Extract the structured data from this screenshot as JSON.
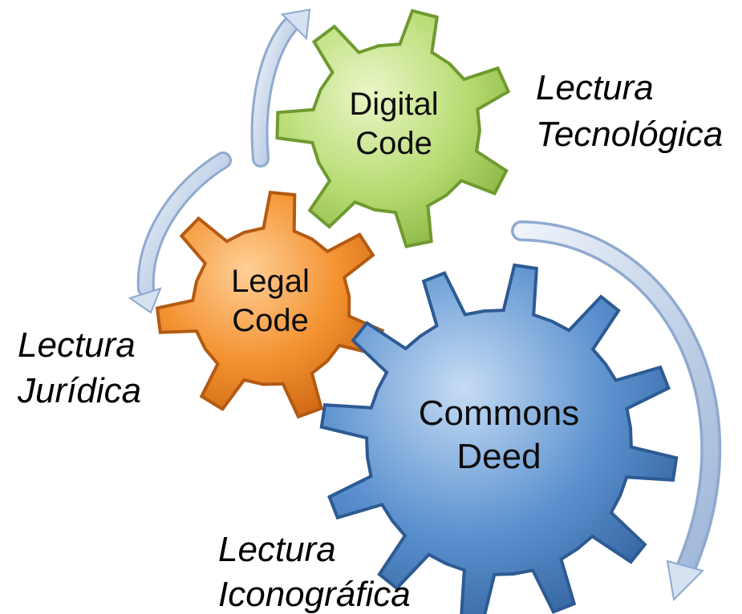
{
  "gears": {
    "digital": {
      "line1": "Digital",
      "line2": "Code",
      "color": "#b5d96b"
    },
    "legal": {
      "line1": "Legal",
      "line2": "Code",
      "color": "#f08a2c"
    },
    "commons": {
      "line1": "Commons",
      "line2": "Deed",
      "color": "#4f86c6"
    }
  },
  "readings": {
    "tecnologica": {
      "line1": "Lectura",
      "line2": "Tecnológica"
    },
    "juridica": {
      "line1": "Lectura",
      "line2": "Jurídica"
    },
    "iconografica": {
      "line1": "Lectura",
      "line2": "Iconográfica"
    }
  },
  "arrow_color": "#a9c0de"
}
